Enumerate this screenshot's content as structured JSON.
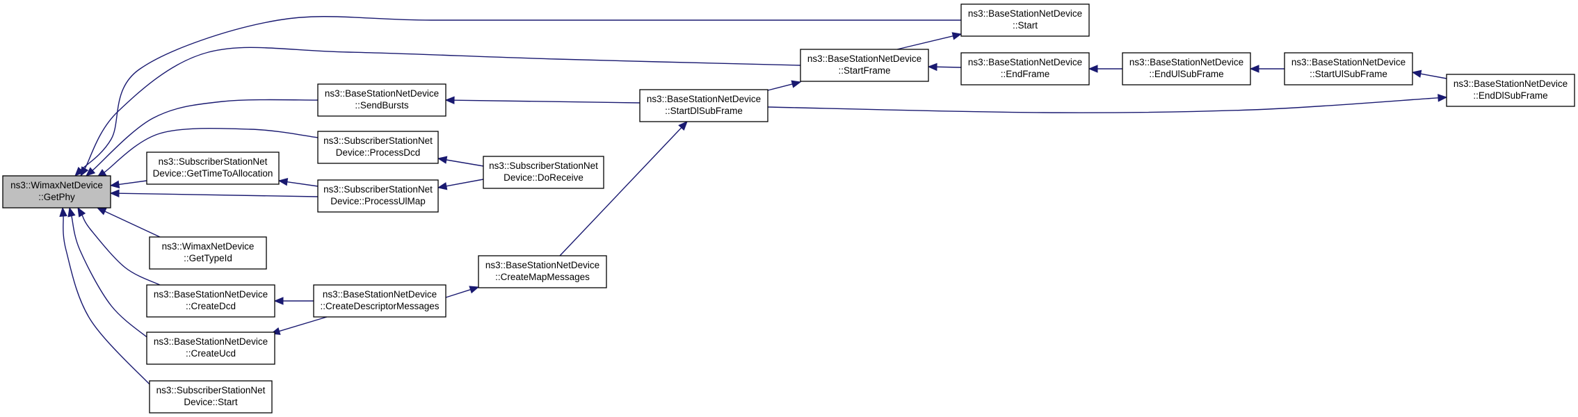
{
  "colors": {
    "edge": "#191970",
    "focus_fill": "#bfbfbf",
    "node_fill": "#ffffff",
    "node_stroke": "#000000"
  },
  "nodes": [
    {
      "id": "getphy",
      "focus": true,
      "lines": [
        "ns3::WimaxNetDevice",
        "::GetPhy"
      ]
    },
    {
      "id": "bs_start",
      "lines": [
        "ns3::BaseStationNetDevice",
        "::Start"
      ]
    },
    {
      "id": "startframe",
      "lines": [
        "ns3::BaseStationNetDevice",
        "::StartFrame"
      ]
    },
    {
      "id": "endframe",
      "lines": [
        "ns3::BaseStationNetDevice",
        "::EndFrame"
      ]
    },
    {
      "id": "endulsub",
      "lines": [
        "ns3::BaseStationNetDevice",
        "::EndUlSubFrame"
      ]
    },
    {
      "id": "startulsub",
      "lines": [
        "ns3::BaseStationNetDevice",
        "::StartUlSubFrame"
      ]
    },
    {
      "id": "enddlsub",
      "lines": [
        "ns3::BaseStationNetDevice",
        "::EndDlSubFrame"
      ]
    },
    {
      "id": "sendbursts",
      "lines": [
        "ns3::BaseStationNetDevice",
        "::SendBursts"
      ]
    },
    {
      "id": "startdlsub",
      "lines": [
        "ns3::BaseStationNetDevice",
        "::StartDlSubFrame"
      ]
    },
    {
      "id": "processdcd",
      "lines": [
        "ns3::SubscriberStationNet",
        "Device::ProcessDcd"
      ]
    },
    {
      "id": "doreceive",
      "lines": [
        "ns3::SubscriberStationNet",
        "Device::DoReceive"
      ]
    },
    {
      "id": "gettime",
      "lines": [
        "ns3::SubscriberStationNet",
        "Device::GetTimeToAllocation"
      ]
    },
    {
      "id": "processulmap",
      "lines": [
        "ns3::SubscriberStationNet",
        "Device::ProcessUlMap"
      ]
    },
    {
      "id": "gettypeid",
      "lines": [
        "ns3::WimaxNetDevice",
        "::GetTypeId"
      ]
    },
    {
      "id": "createmap",
      "lines": [
        "ns3::BaseStationNetDevice",
        "::CreateMapMessages"
      ]
    },
    {
      "id": "createdcd",
      "lines": [
        "ns3::BaseStationNetDevice",
        "::CreateDcd"
      ]
    },
    {
      "id": "createdesc",
      "lines": [
        "ns3::BaseStationNetDevice",
        "::CreateDescriptorMessages"
      ]
    },
    {
      "id": "createucd",
      "lines": [
        "ns3::BaseStationNetDevice",
        "::CreateUcd"
      ]
    },
    {
      "id": "ss_start",
      "lines": [
        "ns3::SubscriberStationNet",
        "Device::Start"
      ]
    }
  ],
  "edges": [
    {
      "from": "bs_start",
      "to": "getphy"
    },
    {
      "from": "startframe",
      "to": "getphy"
    },
    {
      "from": "sendbursts",
      "to": "getphy"
    },
    {
      "from": "processdcd",
      "to": "getphy"
    },
    {
      "from": "gettime",
      "to": "getphy"
    },
    {
      "from": "processulmap",
      "to": "getphy"
    },
    {
      "from": "gettypeid",
      "to": "getphy"
    },
    {
      "from": "createdcd",
      "to": "getphy"
    },
    {
      "from": "createucd",
      "to": "getphy"
    },
    {
      "from": "ss_start",
      "to": "getphy"
    },
    {
      "from": "startframe",
      "to": "bs_start"
    },
    {
      "from": "endframe",
      "to": "startframe"
    },
    {
      "from": "startdlsub",
      "to": "startframe"
    },
    {
      "from": "endulsub",
      "to": "endframe"
    },
    {
      "from": "startulsub",
      "to": "endulsub"
    },
    {
      "from": "enddlsub",
      "to": "startulsub"
    },
    {
      "from": "startdlsub",
      "to": "sendbursts"
    },
    {
      "from": "startdlsub",
      "to": "enddlsub"
    },
    {
      "from": "createmap",
      "to": "startdlsub"
    },
    {
      "from": "doreceive",
      "to": "processdcd"
    },
    {
      "from": "doreceive",
      "to": "processulmap"
    },
    {
      "from": "processulmap",
      "to": "gettime"
    },
    {
      "from": "createdesc",
      "to": "createmap"
    },
    {
      "from": "createdesc",
      "to": "createdcd"
    },
    {
      "from": "createdesc",
      "to": "createucd"
    }
  ]
}
